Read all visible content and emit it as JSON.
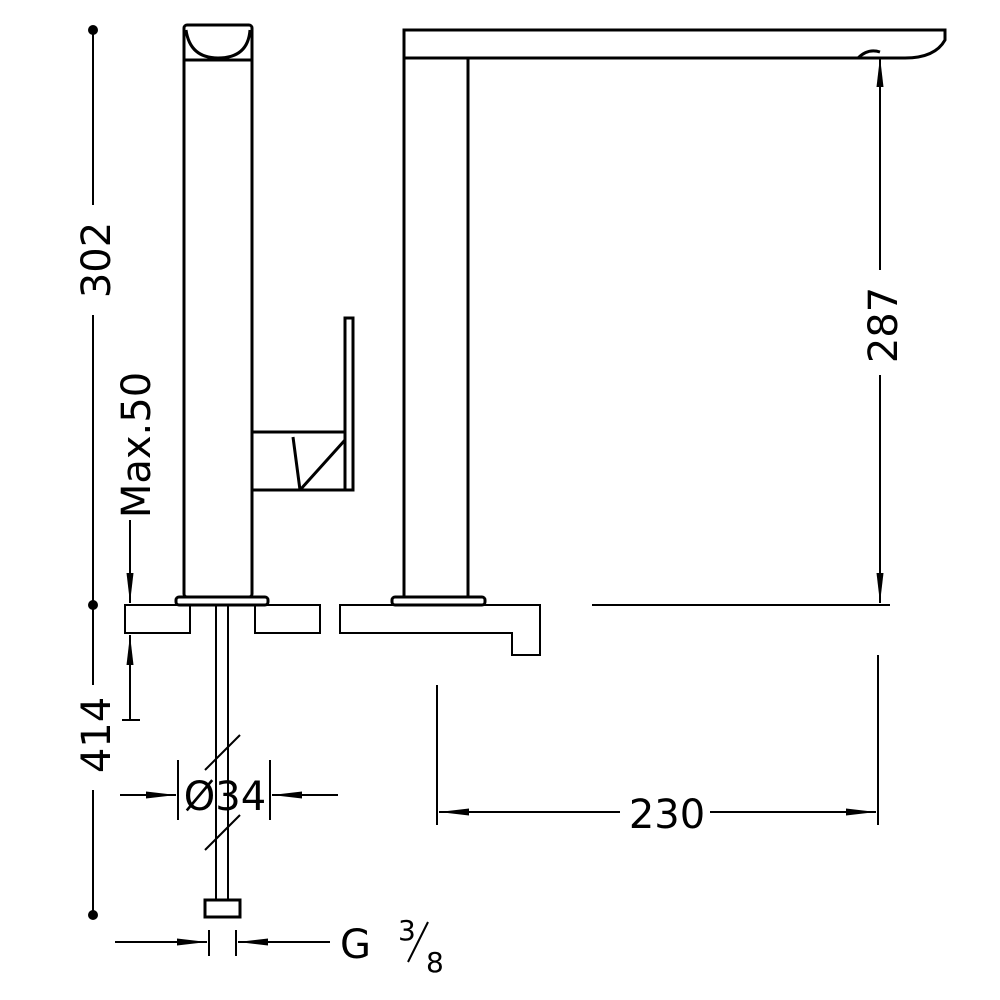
{
  "dimensions": {
    "total_height": "302",
    "max_deck_thickness": "Max.50",
    "hose_length": "414",
    "spout_height": "287",
    "spout_reach": "230",
    "hole_diameter": "Ø34",
    "connection_prefix": "G",
    "connection_num": "3",
    "connection_den": "8"
  },
  "colors": {
    "line": "#000000",
    "background": "#ffffff"
  }
}
